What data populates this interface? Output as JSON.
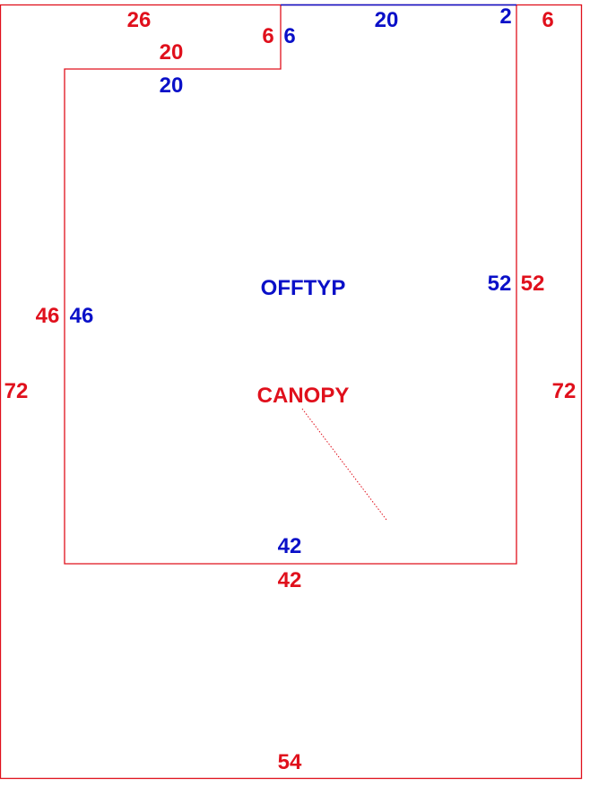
{
  "diagram": {
    "colors": {
      "outer": "#e0101c",
      "inner": "#0a10c8"
    },
    "labels": {
      "outer_top_left": "26",
      "outer_top_right": "6",
      "outer_right": "72",
      "outer_left": "72",
      "outer_bottom": "54",
      "step_red_horizontal": "20",
      "step_red_vertical": "6",
      "step_blue_horizontal": "20",
      "step_blue_vertical": "6",
      "inner_top_blue": "20",
      "inner_top_right_blue": "2",
      "inner_right_blue": "52",
      "inner_right_red": "52",
      "inner_left_red": "46",
      "inner_left_blue": "46",
      "inner_bottom_blue": "42",
      "inner_bottom_red": "42",
      "area_name_blue": "OFFTYP",
      "area_name_red": "CANOPY"
    }
  }
}
